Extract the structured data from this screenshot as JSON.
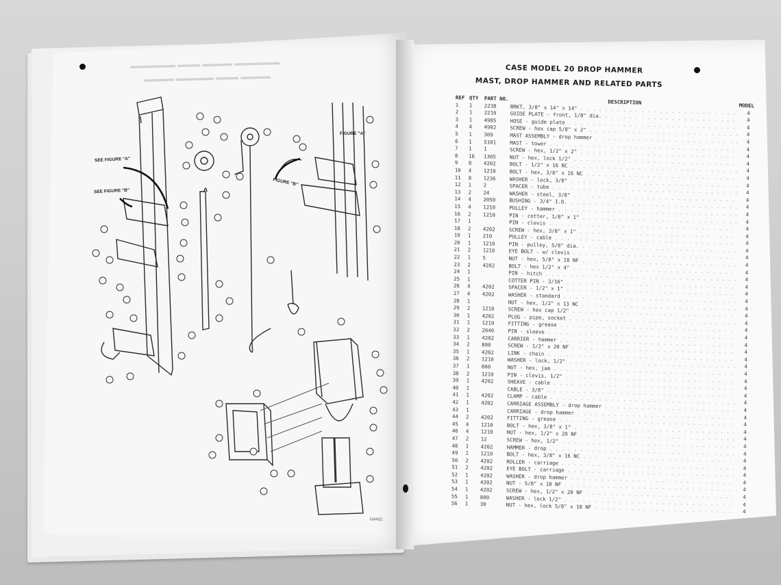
{
  "page_right": {
    "title_line1": "CASE MODEL 20 DROP HAMMER",
    "title_line2": "MAST, DROP HAMMER AND RELATED PARTS",
    "columns": {
      "ref": "REF",
      "qty": "QTY",
      "part_no": "PART NO.",
      "description": "DESCRIPTION",
      "model": "MODEL"
    },
    "rows": [
      {
        "ref": "1",
        "qty": "1",
        "part": "2238",
        "desc": "BRKT, 3/8\" x 14\" x 14\"",
        "model": "4"
      },
      {
        "ref": "2",
        "qty": "1",
        "part": "2210",
        "desc": "GUIDE PLATE - front, 1/8\" dia.",
        "model": "4"
      },
      {
        "ref": "3",
        "qty": "1",
        "part": "4985",
        "desc": "HOSE - guide plate",
        "model": "4"
      },
      {
        "ref": "4",
        "qty": "4",
        "part": "4902",
        "desc": "SCREW - hex cap 5/8\" x 2\"",
        "model": "4"
      },
      {
        "ref": "5",
        "qty": "1",
        "part": "309",
        "desc": "MAST ASSEMBLY - drop hammer",
        "model": "4"
      },
      {
        "ref": "6",
        "qty": "1",
        "part": "5101",
        "desc": "MAST - tower",
        "model": "4"
      },
      {
        "ref": "7",
        "qty": "1",
        "part": "1",
        "desc": "SCREW - hex, 1/2\" x 2\"",
        "model": "4"
      },
      {
        "ref": "8",
        "qty": "16",
        "part": "1305",
        "desc": "NUT - hex, lock 1/2\"",
        "model": "4"
      },
      {
        "ref": "9",
        "qty": "8",
        "part": "4202",
        "desc": "BOLT - 1/2\" x 16 NC",
        "model": "4"
      },
      {
        "ref": "10",
        "qty": "4",
        "part": "1210",
        "desc": "BOLT - hex, 3/8\" x 16 NC",
        "model": "4"
      },
      {
        "ref": "11",
        "qty": "8",
        "part": "1236",
        "desc": "WASHER - lock, 3/8\"",
        "model": "4"
      },
      {
        "ref": "12",
        "qty": "1",
        "part": "2",
        "desc": "SPACER - tube",
        "model": "4"
      },
      {
        "ref": "13",
        "qty": "2",
        "part": "24",
        "desc": "WASHER - steel, 3/8\"",
        "model": "4"
      },
      {
        "ref": "14",
        "qty": "4",
        "part": "2050",
        "desc": "BUSHING - 3/4\" I.D.",
        "model": "4"
      },
      {
        "ref": "15",
        "qty": "4",
        "part": "1210",
        "desc": "PULLEY - hammer",
        "model": "4"
      },
      {
        "ref": "16",
        "qty": "2",
        "part": "1210",
        "desc": "PIN - cotter, 1/8\" x 1\"",
        "model": "4"
      },
      {
        "ref": "17",
        "qty": "1",
        "part": "",
        "desc": "PIN - clevis",
        "model": "4"
      },
      {
        "ref": "18",
        "qty": "2",
        "part": "4202",
        "desc": "SCREW - hex, 3/8\" x 1\"",
        "model": "4"
      },
      {
        "ref": "19",
        "qty": "1",
        "part": "210",
        "desc": "PULLEY - cable",
        "model": "4"
      },
      {
        "ref": "20",
        "qty": "1",
        "part": "1210",
        "desc": "PIN - pulley, 5/8\" dia.",
        "model": "4"
      },
      {
        "ref": "21",
        "qty": "2",
        "part": "1210",
        "desc": "EYE BOLT - w/ clevis",
        "model": "4"
      },
      {
        "ref": "22",
        "qty": "1",
        "part": "5",
        "desc": "NUT - hex, 5/8\" x 18 NF",
        "model": "4"
      },
      {
        "ref": "23",
        "qty": "2",
        "part": "4202",
        "desc": "BOLT - hex 1/2\" x 4\"",
        "model": "4"
      },
      {
        "ref": "24",
        "qty": "1",
        "part": "",
        "desc": "PIN - hitch",
        "model": "4"
      },
      {
        "ref": "25",
        "qty": "1",
        "part": "",
        "desc": "COTTER PIN - 3/16\"",
        "model": "4"
      },
      {
        "ref": "26",
        "qty": "4",
        "part": "4202",
        "desc": "SPACER - 1/2\" x 1\"",
        "model": "4"
      },
      {
        "ref": "27",
        "qty": "4",
        "part": "4202",
        "desc": "WASHER - standard",
        "model": "4"
      },
      {
        "ref": "28",
        "qty": "1",
        "part": "",
        "desc": "NUT - hex, 1/2\" x 13 NC",
        "model": "4"
      },
      {
        "ref": "29",
        "qty": "2",
        "part": "1210",
        "desc": "SCREW - hex cap 1/2\"",
        "model": "4"
      },
      {
        "ref": "30",
        "qty": "1",
        "part": "4202",
        "desc": "PLUG - pipe, socket",
        "model": "4"
      },
      {
        "ref": "31",
        "qty": "1",
        "part": "1210",
        "desc": "FITTING - grease",
        "model": "4"
      },
      {
        "ref": "32",
        "qty": "2",
        "part": "2040",
        "desc": "PIN - sleeve",
        "model": "4"
      },
      {
        "ref": "33",
        "qty": "1",
        "part": "4202",
        "desc": "CARRIER - hammer",
        "model": "4"
      },
      {
        "ref": "34",
        "qty": "2",
        "part": "800",
        "desc": "SCREW - 1/2\" x 20 NF",
        "model": "4"
      },
      {
        "ref": "35",
        "qty": "1",
        "part": "4202",
        "desc": "LINK - chain",
        "model": "4"
      },
      {
        "ref": "36",
        "qty": "2",
        "part": "1210",
        "desc": "WASHER - lock, 1/2\"",
        "model": "4"
      },
      {
        "ref": "37",
        "qty": "1",
        "part": "800",
        "desc": "NUT - hex, jam",
        "model": "4"
      },
      {
        "ref": "38",
        "qty": "2",
        "part": "1210",
        "desc": "PIN - clevis, 1/2\"",
        "model": "4"
      },
      {
        "ref": "39",
        "qty": "1",
        "part": "4202",
        "desc": "SHEAVE - cable",
        "model": "4"
      },
      {
        "ref": "40",
        "qty": "1",
        "part": "",
        "desc": "CABLE - 3/8\"",
        "model": "4"
      },
      {
        "ref": "41",
        "qty": "1",
        "part": "4202",
        "desc": "CLAMP - cable",
        "model": "4"
      },
      {
        "ref": "42",
        "qty": "1",
        "part": "4202",
        "desc": "CARRIAGE ASSEMBLY - drop hammer",
        "model": "4"
      },
      {
        "ref": "43",
        "qty": "1",
        "part": "",
        "desc": "CARRIAGE - drop hammer",
        "model": "4"
      },
      {
        "ref": "44",
        "qty": "2",
        "part": "4202",
        "desc": "FITTING - grease",
        "model": "4"
      },
      {
        "ref": "45",
        "qty": "4",
        "part": "1210",
        "desc": "BOLT - hex, 3/8\" x 1\"",
        "model": "4"
      },
      {
        "ref": "46",
        "qty": "4",
        "part": "1210",
        "desc": "NUT - hex, 1/2\" x 20 NF",
        "model": "4"
      },
      {
        "ref": "47",
        "qty": "2",
        "part": "12",
        "desc": "SCREW - hex, 1/2\"",
        "model": "4"
      },
      {
        "ref": "48",
        "qty": "1",
        "part": "4202",
        "desc": "HAMMER - drop",
        "model": "4"
      },
      {
        "ref": "49",
        "qty": "1",
        "part": "1210",
        "desc": "BOLT - hex, 3/8\" x 16 NC",
        "model": "4"
      },
      {
        "ref": "50",
        "qty": "2",
        "part": "4202",
        "desc": "ROLLER - carriage",
        "model": "4"
      },
      {
        "ref": "51",
        "qty": "2",
        "part": "4202",
        "desc": "EYE BOLT - carriage",
        "model": "4"
      },
      {
        "ref": "52",
        "qty": "1",
        "part": "4202",
        "desc": "WASHER - drop hammer",
        "model": "4"
      },
      {
        "ref": "53",
        "qty": "1",
        "part": "4202",
        "desc": "NUT - 5/8\" x 18 NF",
        "model": "4"
      },
      {
        "ref": "54",
        "qty": "1",
        "part": "4202",
        "desc": "SCREW - hex, 1/2\" x 20 NF",
        "model": "4"
      },
      {
        "ref": "55",
        "qty": "1",
        "part": "800",
        "desc": "WASHER - lock 1/2\"",
        "model": "4"
      },
      {
        "ref": "56",
        "qty": "1",
        "part": "30",
        "desc": "NUT - hex, lock 5/8\" x 18 NF",
        "model": "4"
      }
    ]
  },
  "page_left": {
    "callout_a_top": "SEE FIGURE \"A\"",
    "callout_b": "SEE FIGURE \"B\"",
    "callout_a_right": "FIGURE \"A\"",
    "callout_b_right": "FIGURE \"B\"",
    "footer": "M4482"
  }
}
